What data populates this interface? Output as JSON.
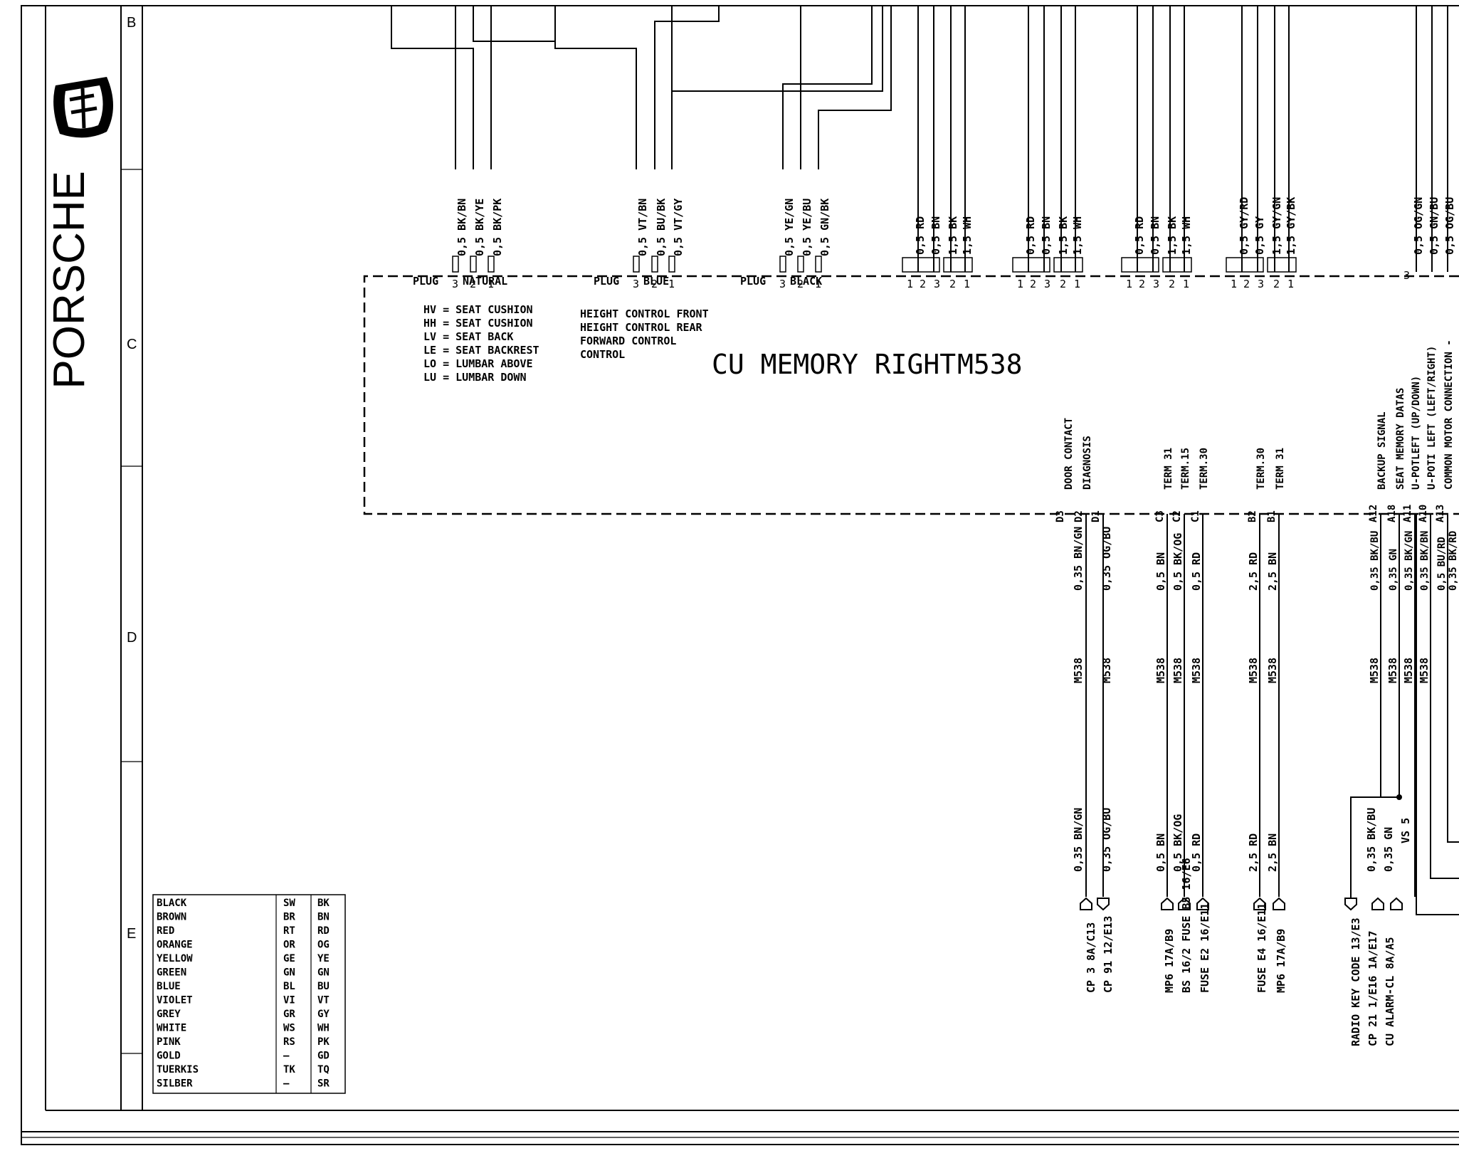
{
  "rows": [
    "B",
    "C",
    "D",
    "E"
  ],
  "brand": "PORSCHE",
  "title": "CU MEMORY RIGHT",
  "code": "M538",
  "plugs": [
    {
      "label": "PLUG",
      "color": "NATURAL",
      "wires": [
        "0,5 BK/BN",
        "0,5 BK/YE",
        "0,5 BK/PK"
      ]
    },
    {
      "label": "PLUG",
      "color": "BLUE",
      "wires": [
        "0,5 VT/BN",
        "0,5 BU/BK",
        "0,5 VT/GY"
      ]
    },
    {
      "label": "PLUG",
      "color": "BLACK",
      "wires": [
        "0,5 YE/GN",
        "0,5 YE/BU",
        "0,5 GN/BK"
      ]
    }
  ],
  "pin_labels_3": [
    "3",
    "2",
    "1"
  ],
  "pin_labels_5": [
    "1",
    "2",
    "3",
    "2",
    "1"
  ],
  "motor_connectors": [
    {
      "wires": [
        "0,5 RD",
        "0,5 BN",
        "1,5 BK",
        "1,5 WH"
      ]
    },
    {
      "wires": [
        "0,5 RD",
        "0,5 BN",
        "1,5 BK",
        "1,5 WH"
      ]
    },
    {
      "wires": [
        "0,5 RD",
        "0,5 BN",
        "1,5 BK",
        "1,5 WH"
      ]
    },
    {
      "wires": [
        "0,5 GY/RD",
        "0,5 GY",
        "1,5 GY/GN",
        "1,5 GY/BK"
      ]
    }
  ],
  "right_top_wires": [
    "0,5 OG/GN",
    "0,5 GN/BU",
    "0,5 OG/BU"
  ],
  "right_top_pin": "3",
  "abbreviations": [
    "HV = SEAT CUSHION",
    "HH = SEAT CUSHION",
    "LV = SEAT BACK",
    "LE = SEAT BACKREST",
    "LO = LUMBAR ABOVE",
    "LU = LUMBAR DOWN"
  ],
  "controls": [
    "HEIGHT CONTROL FRONT",
    "HEIGHT CONTROL REAR",
    "FORWARD CONTROL",
    "CONTROL"
  ],
  "signal_groups": [
    {
      "pins": [
        {
          "pin": "D3",
          "signal": "DOOR CONTACT"
        },
        {
          "pin": "D2",
          "signal": "DIAGNOSIS"
        },
        {
          "pin": "D1",
          "signal": ""
        }
      ],
      "wires_upper": [
        "0,35 BN/GN",
        "0,35 OG/BU"
      ],
      "refs": [
        "M538",
        "M538"
      ],
      "wires_lower": [
        "0,35 BN/GN",
        "0,35 OG/BU"
      ],
      "dest": [
        "CP 3  8A/C13",
        "CP 91  12/E13"
      ]
    },
    {
      "pins": [
        {
          "pin": "C3",
          "signal": "TERM 31"
        },
        {
          "pin": "C2",
          "signal": "TERM.15"
        },
        {
          "pin": "C1",
          "signal": "TERM.30"
        }
      ],
      "wires_upper": [
        "0,5 BN",
        "0,5 BK/OG",
        "0,5 RD"
      ],
      "refs": [
        "M538",
        "M538",
        "M538"
      ],
      "wires_lower": [
        "0,5 BN",
        "0,5 BK/OG",
        "0,5 RD"
      ],
      "dest": [
        "MP6  17A/B9",
        "BS 16/2 FUSE B5  16/E6",
        "FUSE E2  16/E11"
      ]
    },
    {
      "pins": [
        {
          "pin": "B2",
          "signal": "TERM.30"
        },
        {
          "pin": "B1",
          "signal": "TERM 31"
        }
      ],
      "wires_upper": [
        "2,5 RD",
        "2,5 BN"
      ],
      "refs": [
        "M538",
        "M538"
      ],
      "wires_lower": [
        "2,5 RD",
        "2,5 BN"
      ],
      "dest": [
        "FUSE E4  16/E11",
        "MP6  17A/B9"
      ]
    },
    {
      "pins": [
        {
          "pin": "A12",
          "signal": "BACKUP SIGNAL"
        },
        {
          "pin": "A18",
          "signal": "SEAT MEMORY DATAS"
        },
        {
          "pin": "A11",
          "signal": "U-POTLEFT (UP/DOWN)"
        },
        {
          "pin": "A10",
          "signal": "U-POTI LEFT (LEFT/RIGHT)"
        },
        {
          "pin": "A13",
          "signal": "COMMON MOTOR CONNECTION -"
        }
      ],
      "wires_upper": [
        "0,35 BK/BU",
        "0,35 GN",
        "0,35 BK/GN",
        "0,35 BK/BN",
        "0,5 BU/RD",
        "0,35 BK/RD"
      ],
      "refs": [
        "M538",
        "M538",
        "M538",
        "M538"
      ],
      "wires_lower": [
        "0,35 BK/BU",
        "0,35 GN"
      ],
      "dest": [
        "RADIO KEY CODE  13/E3",
        "CP 21  1/E16  1A/E17",
        "CU ALARM-CL  8A/A5"
      ]
    }
  ],
  "splice": "VS 5",
  "color_legend": {
    "rows": [
      [
        "BLACK",
        "SW",
        "BK"
      ],
      [
        "BROWN",
        "BR",
        "BN"
      ],
      [
        "RED",
        "RT",
        "RD"
      ],
      [
        "ORANGE",
        "OR",
        "OG"
      ],
      [
        "YELLOW",
        "GE",
        "YE"
      ],
      [
        "GREEN",
        "GN",
        "GN"
      ],
      [
        "BLUE",
        "BL",
        "BU"
      ],
      [
        "VIOLET",
        "VI",
        "VT"
      ],
      [
        "GREY",
        "GR",
        "GY"
      ],
      [
        "WHITE",
        "WS",
        "WH"
      ],
      [
        "PINK",
        "RS",
        "PK"
      ],
      [
        "GOLD",
        "—",
        "GD"
      ],
      [
        "TUERKIS",
        "TK",
        "TQ"
      ],
      [
        "SILBER",
        "—",
        "SR"
      ]
    ]
  }
}
